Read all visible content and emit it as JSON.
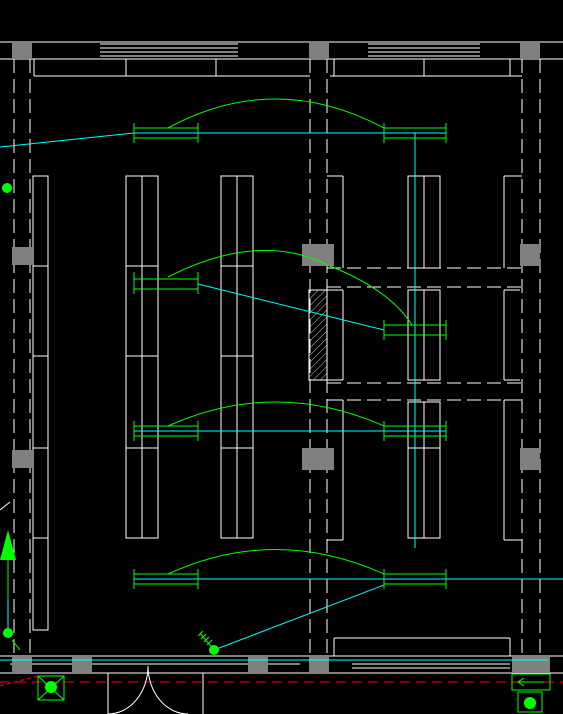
{
  "drawing": {
    "background": "#000000",
    "colors": {
      "structure": "#ffffff",
      "column": "#808080",
      "fixture": "#00ff00",
      "circuit": "#00ffff",
      "hatch": "#c0c0c0",
      "axis": "#ff0000"
    },
    "fixtures": {
      "rows": 4,
      "count": 8
    },
    "columns": {
      "count": 10
    },
    "symbols": [
      "light-fixture-icon",
      "wiring-arc-icon",
      "switch-icon",
      "column-icon",
      "door-swing-icon",
      "exit-arrow-icon",
      "junction-dot-icon"
    ]
  }
}
